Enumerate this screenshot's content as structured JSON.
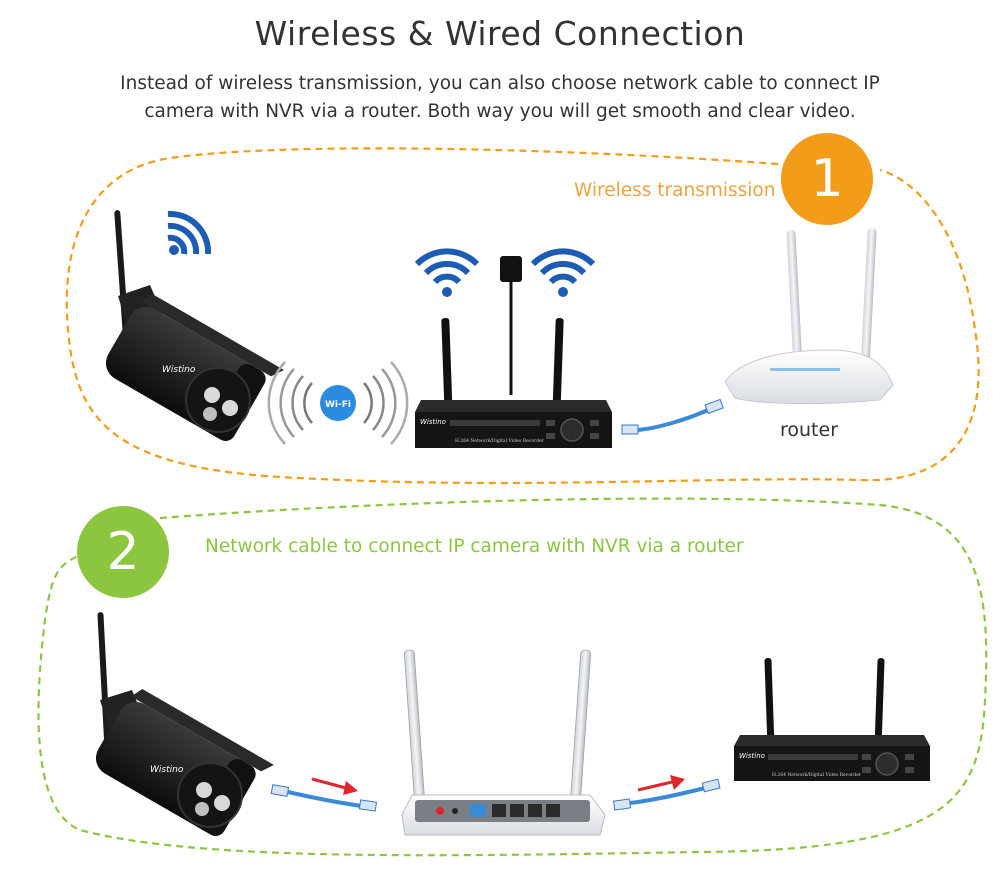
{
  "header": {
    "title": "Wireless & Wired Connection",
    "description": "Instead of wireless transmission, you can also choose network cable to connect IP camera with NVR via a router. Both way you will get smooth and clear video."
  },
  "section1": {
    "number": "1",
    "label": "Wireless transmission",
    "router_label": "router",
    "wifi_badge_text": "Wi-Fi",
    "camera_brand": "Wistino",
    "nvr_brand": "Wistino",
    "nvr_model_text": "H.264 Network/Digital Video Recorder",
    "color": "#f39c1a"
  },
  "section2": {
    "number": "2",
    "label": "Network cable to connect IP camera with NVR via a router",
    "camera_brand": "Wistino",
    "nvr_brand": "Wistino",
    "nvr_model_text": "H.264 Network/Digital Video Recorder",
    "color": "#8cc63f"
  },
  "colors": {
    "orange": "#f39c1a",
    "green": "#8cc63f",
    "wifi_blue": "#1c5cb4",
    "arrow_red": "#e0262c"
  }
}
